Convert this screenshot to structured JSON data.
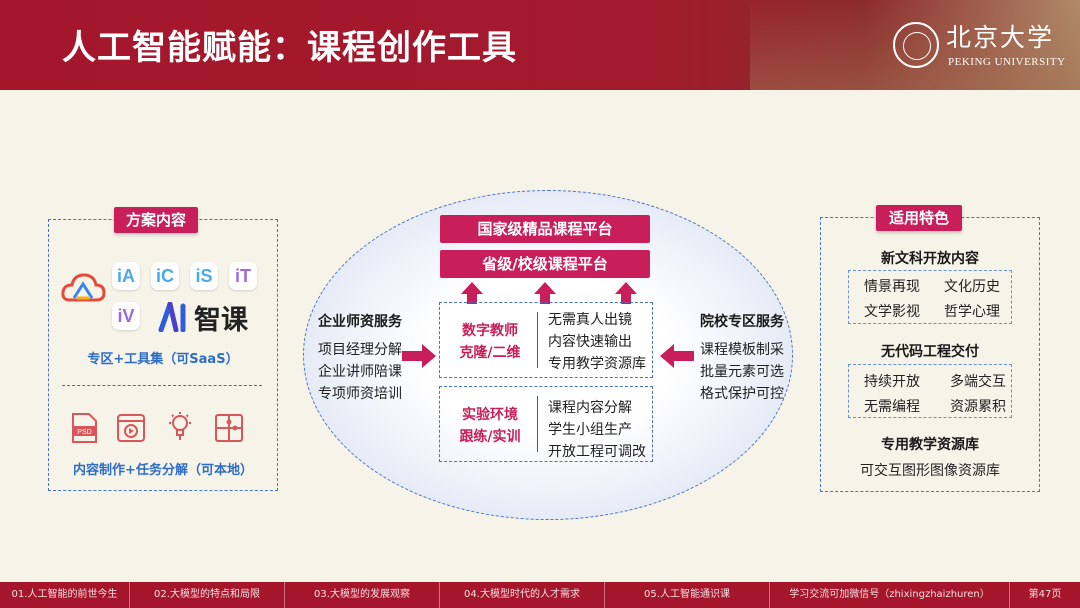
{
  "header": {
    "title": "人工智能赋能：课程创作工具",
    "logo_cn": "北京大学",
    "logo_en": "PEKING UNIVERSITY"
  },
  "left_panel": {
    "tag": "方案内容",
    "app_icons": [
      "iA",
      "iC",
      "iS",
      "iT",
      "iV"
    ],
    "zhike": "智课",
    "label1": "专区+工具集（可SaaS）",
    "tool_icons": [
      "psd-file-icon",
      "video-file-icon",
      "lightbulb-icon",
      "puzzle-icon"
    ],
    "label2": "内容制作+任务分解（可本地）"
  },
  "center": {
    "bar1": "国家级精品课程平台",
    "bar2": "省级/校级课程平台",
    "box1": {
      "title": [
        "数字教师",
        "克隆/二维"
      ],
      "items": [
        "无需真人出镜",
        "内容快速输出",
        "专用教学资源库"
      ]
    },
    "box2": {
      "title": [
        "实验环境",
        "跟练/实训"
      ],
      "items": [
        "课程内容分解",
        "学生小组生产",
        "开放工程可调改"
      ]
    },
    "left_title": "企业师资服务",
    "left_items": [
      "项目经理分解",
      "企业讲师陪课",
      "专项师资培训"
    ],
    "right_title": "院校专区服务",
    "right_items": [
      "课程模板制采",
      "批量元素可选",
      "格式保护可控"
    ]
  },
  "right_panel": {
    "tag": "适用特色",
    "sec1": {
      "title": "新文科开放内容",
      "items": [
        "情景再现",
        "文化历史",
        "文学影视",
        "哲学心理"
      ]
    },
    "sec2": {
      "title": "无代码工程交付",
      "items": [
        "持续开放",
        "多端交互",
        "无需编程",
        "资源累积"
      ]
    },
    "sec3": {
      "title": "专用教学资源库",
      "items": [
        "可交互图形图像资源库"
      ]
    }
  },
  "footer": {
    "items": [
      "01.人工智能的前世今生",
      "02.大模型的特点和局限",
      "03.大模型的发展观察",
      "04.大模型时代的人才需求",
      "05.人工智能通识课",
      "学习交流可加微信号（zhixingzhaizhuren）",
      "第47页"
    ]
  },
  "colors": {
    "brand_red": "#a5162c",
    "accent_pink": "#c81e5a",
    "dash_blue": "#4b72c7"
  }
}
